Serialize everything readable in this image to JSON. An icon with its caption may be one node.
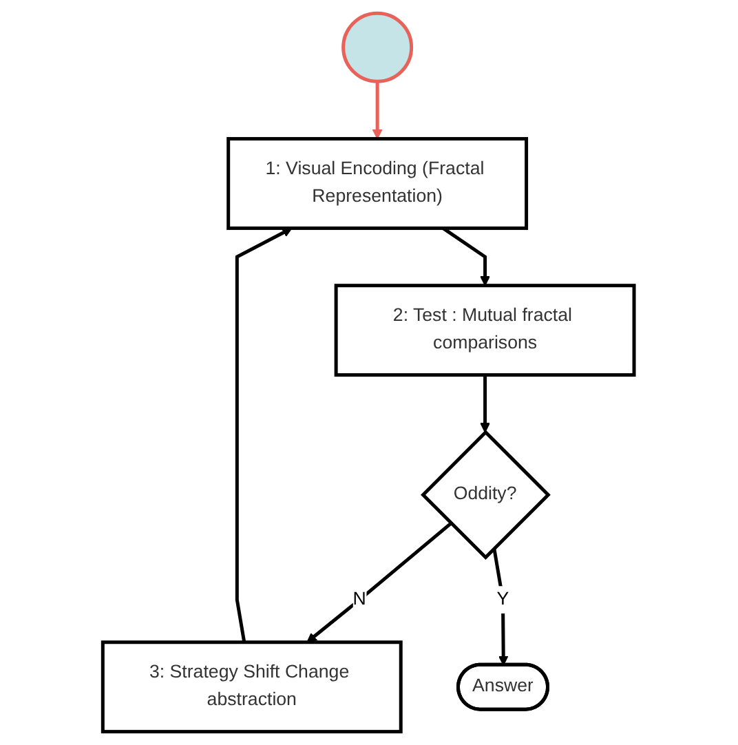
{
  "diagram": {
    "nodes": [
      {
        "text": [],
        "shape": "picture"
      },
      {
        "text": [
          "1: Visual Encoding (Fractal Representation)"
        ]
      },
      {
        "text": [
          "2: Test : Mutual fractal comparisons"
        ]
      },
      {
        "text": [
          "Oddity?"
        ]
      },
      {
        "text": [
          "3: Strategy Shift Change abstraction"
        ]
      },
      {
        "text": [
          "Answer"
        ]
      }
    ],
    "edges": [
      {
        "from": 0,
        "to": 1,
        "arrow": "to",
        "color": "#e8625a"
      },
      {
        "from": 1,
        "to": 2,
        "arrow": "to"
      },
      {
        "from": 2,
        "to": 3,
        "arrow": "to"
      },
      {
        "from": 3,
        "to": 4,
        "label": "N",
        "arrow": "to"
      },
      {
        "from": 4,
        "to": 1,
        "arrow": "to"
      },
      {
        "from": 3,
        "to": 5,
        "label": "Y",
        "arrow": "to"
      }
    ]
  }
}
